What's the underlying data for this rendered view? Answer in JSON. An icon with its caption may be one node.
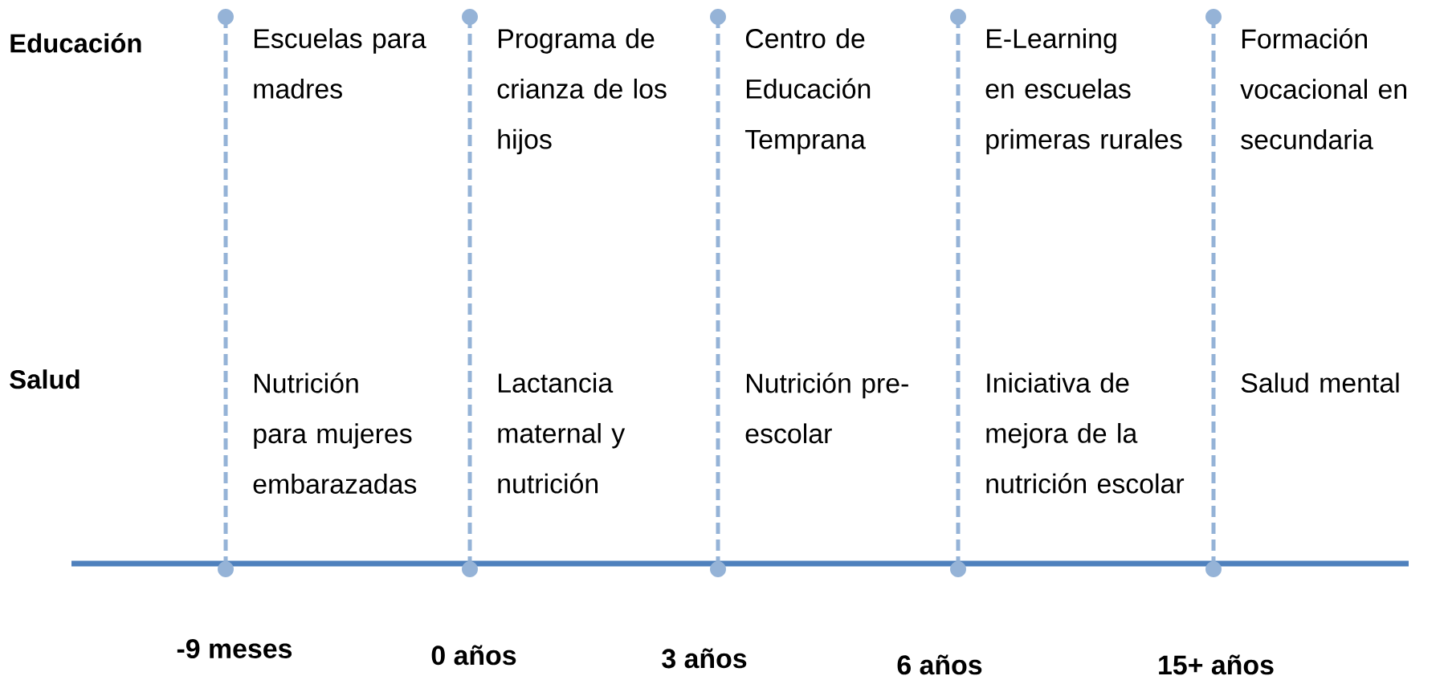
{
  "diagram": {
    "labels": [
      "Educación",
      "Escuelas para madres",
      "Programa de crianza de los hijos",
      "Centro de Educación Temprana",
      "E-Learning en escuelas primeras rurales",
      "Formación vocacional en secundaria",
      "Salud",
      "Nutrición para mujeres embarazadas",
      "Lactancia maternal y nutrición",
      "Nutrición pre-escolar",
      "Iniciativa de mejora de la nutrición escolar",
      "Salud mental",
      "-9 meses",
      "0 años",
      "3 años",
      "6 años",
      "15+ años"
    ]
  }
}
